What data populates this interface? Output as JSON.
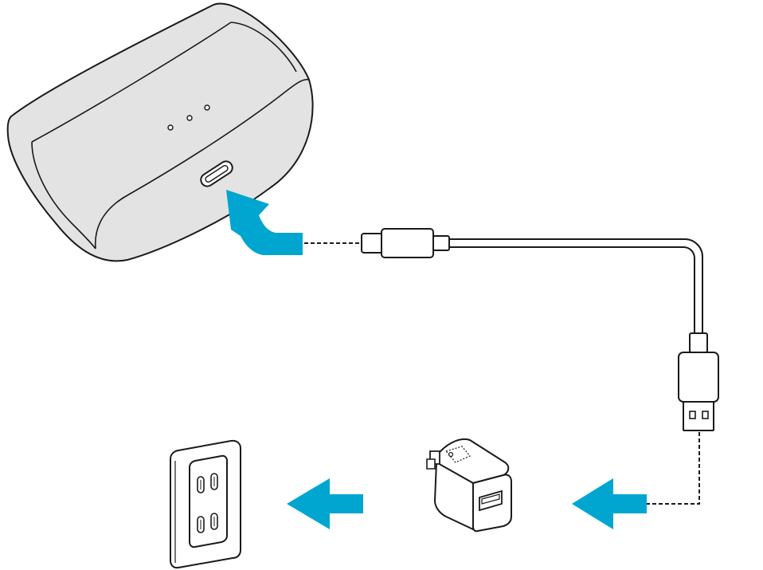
{
  "diagram": {
    "steps": [
      "charging-case",
      "usb-c-connector",
      "usb-cable",
      "usb-a-plug",
      "usb-power-adapter",
      "wall-outlet"
    ]
  },
  "colors": {
    "arrow": "#00A6D0",
    "outline": "#1a1a1a",
    "case_fill": "#e3e3e3",
    "case_shadow": "#cfcfcf",
    "background": "#ffffff"
  },
  "icons": [
    "charging-case-icon",
    "usb-c-port-icon",
    "usb-c-plug-icon",
    "usb-a-plug-icon",
    "power-adapter-icon",
    "wall-outlet-icon",
    "arrow-icon"
  ]
}
